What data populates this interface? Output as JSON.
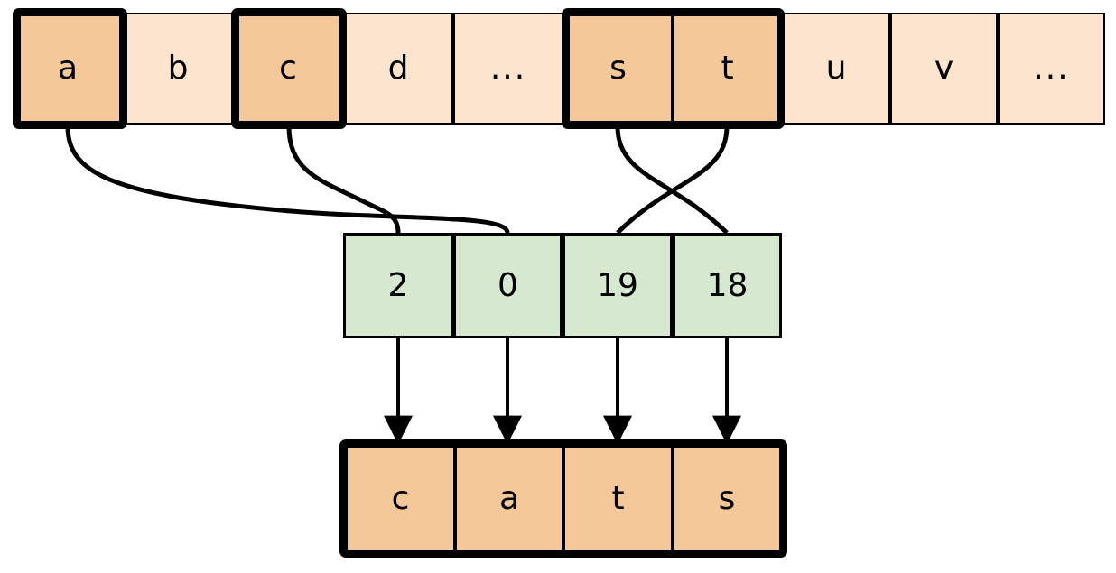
{
  "diagram": {
    "title": "alphabet-index-to-word-mapping",
    "colors": {
      "cell_fill_default": "#fce4cf",
      "cell_fill_highlight": "#f5c89a",
      "index_fill": "#d7e8d0",
      "stroke": "#000000",
      "background": "#ffffff"
    },
    "alphabet_row": {
      "name": "alphabet-row",
      "cells": [
        {
          "label": "a",
          "selected": true
        },
        {
          "label": "b",
          "selected": false
        },
        {
          "label": "c",
          "selected": true
        },
        {
          "label": "d",
          "selected": false
        },
        {
          "label": "...",
          "selected": false
        },
        {
          "label": "s",
          "selected": true
        },
        {
          "label": "t",
          "selected": true
        },
        {
          "label": "u",
          "selected": false
        },
        {
          "label": "v",
          "selected": false
        },
        {
          "label": "...",
          "selected": false
        }
      ]
    },
    "index_row": {
      "name": "index-row",
      "cells": [
        {
          "label": "2"
        },
        {
          "label": "0"
        },
        {
          "label": "19"
        },
        {
          "label": "18"
        }
      ]
    },
    "result_row": {
      "name": "result-row",
      "word": "cats",
      "cells": [
        {
          "label": "c"
        },
        {
          "label": "a"
        },
        {
          "label": "t"
        },
        {
          "label": "s"
        }
      ]
    },
    "connections": [
      {
        "from": "a",
        "to": "0",
        "style": "curve"
      },
      {
        "from": "c",
        "to": "2",
        "style": "curve"
      },
      {
        "from": "s",
        "to": "18",
        "style": "curve"
      },
      {
        "from": "t",
        "to": "19",
        "style": "curve"
      },
      {
        "from": "2",
        "to": "c",
        "style": "arrow"
      },
      {
        "from": "0",
        "to": "a",
        "style": "arrow"
      },
      {
        "from": "19",
        "to": "t",
        "style": "arrow"
      },
      {
        "from": "18",
        "to": "s",
        "style": "arrow"
      }
    ]
  }
}
